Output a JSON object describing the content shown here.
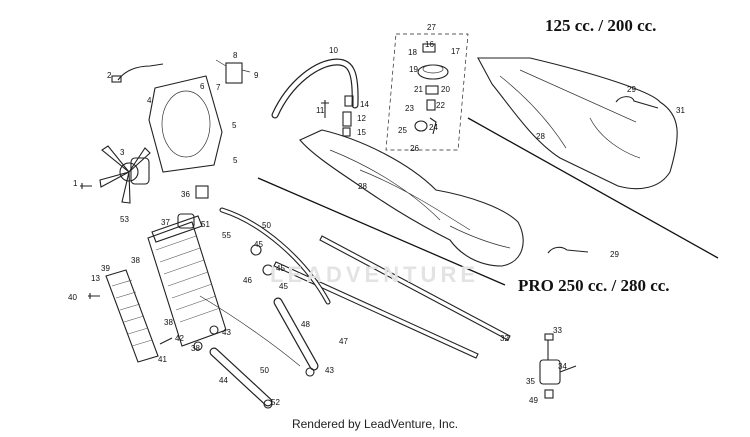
{
  "headings": {
    "variant_top": "125 cc. / 200 cc.",
    "variant_bottom": "PRO 250 cc. / 280 cc."
  },
  "footer": "Rendered by LeadVenture, Inc.",
  "watermark": "LEADVENTURE",
  "callouts": [
    "1",
    "2",
    "3",
    "4",
    "5",
    "5",
    "6",
    "7",
    "8",
    "9",
    "10",
    "11",
    "12",
    "13",
    "14",
    "15",
    "16",
    "17",
    "18",
    "19",
    "20",
    "21",
    "22",
    "23",
    "24",
    "25",
    "26",
    "27",
    "28",
    "28",
    "29",
    "29",
    "31",
    "32",
    "33",
    "34",
    "35",
    "36",
    "37",
    "38",
    "38",
    "38",
    "39",
    "40",
    "41",
    "42",
    "43",
    "43",
    "44",
    "45",
    "45",
    "45",
    "46",
    "47",
    "48",
    "49",
    "50",
    "50",
    "51",
    "52",
    "53",
    "55"
  ]
}
